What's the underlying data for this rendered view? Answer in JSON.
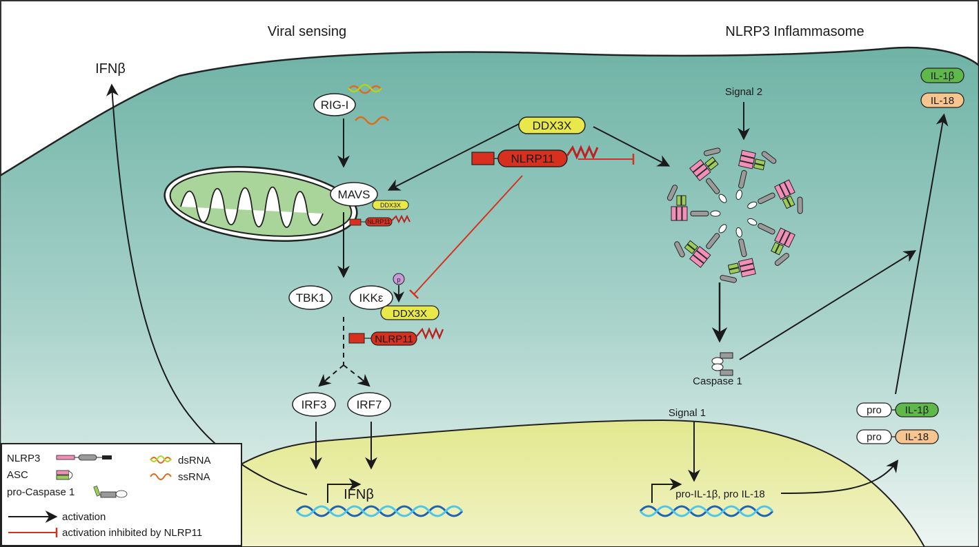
{
  "sections": {
    "left_title": "Viral sensing",
    "right_title": "NLRP3 Inflammasome"
  },
  "nodes": {
    "rig_i": "RIG-I",
    "mavs": "MAVS",
    "tbk1": "TBK1",
    "ikke": "IKKε",
    "irf3": "IRF3",
    "irf7": "IRF7",
    "ddx3x": "DDX3X",
    "nlrp11": "NLRP11",
    "ddx3x_small": "DDX3X",
    "nlrp11_small": "NLRP11",
    "ddx3x_mid": "DDX3X",
    "nlrp11_mid": "NLRP11",
    "phospho": "p",
    "ifnb_out": "IFNβ",
    "ifnb_gene": "IFNβ",
    "signal1": "Signal 1",
    "signal2": "Signal 2",
    "caspase1": "Caspase 1",
    "pro_genes": "pro-IL-1β, pro IL-18",
    "il1b": "IL-1β",
    "il18": "IL-18",
    "pro1": "pro",
    "pro_il1b": "IL-1β",
    "pro2": "pro",
    "pro_il18": "IL-18"
  },
  "legend": {
    "nlrp3": "NLRP3",
    "asc": "ASC",
    "pro_caspase1": "pro-Caspase 1",
    "dsrna": "dsRNA",
    "ssrna": "ssRNA",
    "activation": "activation",
    "inhibited": "activation inhibited by NLRP11"
  },
  "colors": {
    "cytoplasm_top": "#6fb3a6",
    "cytoplasm_bottom": "#e8f1ee",
    "nucleus": "#dfe58a",
    "ddx3x": "#e9e84a",
    "nlrp11": "#d7301f",
    "il1b": "#5fb84a",
    "il18": "#f7c58f",
    "nlrp3_pink": "#f28fb8",
    "asc_green": "#9ccd5a",
    "grey": "#9a9a9a",
    "inhibit_red": "#d7301f",
    "phospho": "#c99ad8"
  }
}
